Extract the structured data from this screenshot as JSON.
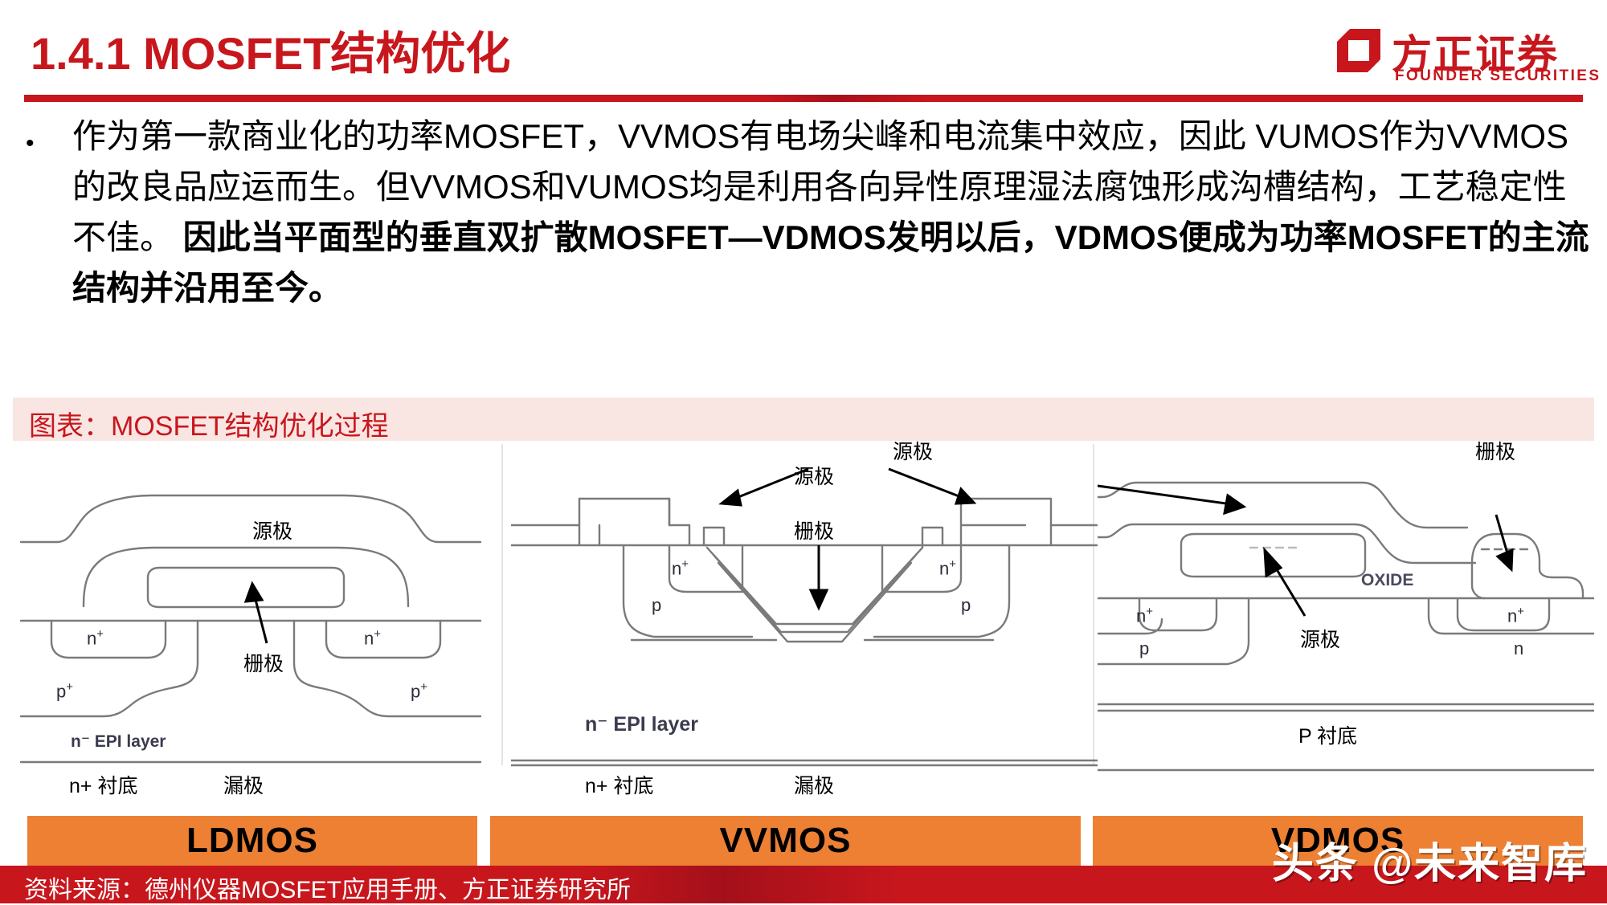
{
  "header": {
    "title": "1.4.1 MOSFET结构优化",
    "logo": {
      "cn": "方正证券",
      "en": "FOUNDER SECURITIES",
      "mark": "founder-logo-mark",
      "color": "#c8161d"
    }
  },
  "body": {
    "bullet_marker": "•",
    "text_plain_1": "作为第一款商业化的功率MOSFET，VVMOS有电场尖峰和电流集中效应，因此 VUMOS作为VVMOS的改良品应运而生。但VVMOS和VUMOS均是利用各向异性原理湿法腐蚀形成沟槽结构，工艺稳定性不佳。 ",
    "text_bold_1": "因此当平面型的垂直双扩散MOSFET—VDMOS发明以后，VDMOS便成为功率MOSFET的主流结构并沿用至今。"
  },
  "figure": {
    "caption": "图表：MOSFET结构优化过程",
    "caption_color": "#c8161d",
    "band_color": "#f9e6e3",
    "bar_color": "#ed8033",
    "panels": [
      {
        "name": "LDMOS",
        "labels": {
          "source": "源极",
          "gate": "栅极",
          "n_plus_left": "n",
          "n_plus_right": "n",
          "sup_plus": "+",
          "p_plus_left": "p",
          "p_plus_right": "p",
          "epi": "n⁻ EPI layer",
          "substrate": "n+ 衬底",
          "drain": "漏极"
        }
      },
      {
        "name": "VVMOS",
        "labels": {
          "source": "源极",
          "gate": "栅极",
          "n_plus_left": "n",
          "n_plus_right": "n",
          "p_left": "p",
          "p_right": "p",
          "epi": "n⁻ EPI layer",
          "substrate": "n+ 衬底",
          "drain": "漏极"
        }
      },
      {
        "name": "VDMOS",
        "labels": {
          "source_top": "源极",
          "source_mid": "源极",
          "gate": "栅极",
          "oxide": "OXIDE",
          "n_plus_left": "n",
          "n_plus_right": "n",
          "p_left": "p",
          "n_right": "n",
          "substrate": "P 衬底"
        }
      }
    ]
  },
  "footer": {
    "source": "资料来源：德州仪器MOSFET应用手册、方正证券研究所",
    "bar_color": "#c8161d"
  },
  "watermark": {
    "text": "头条 @未来智库"
  }
}
